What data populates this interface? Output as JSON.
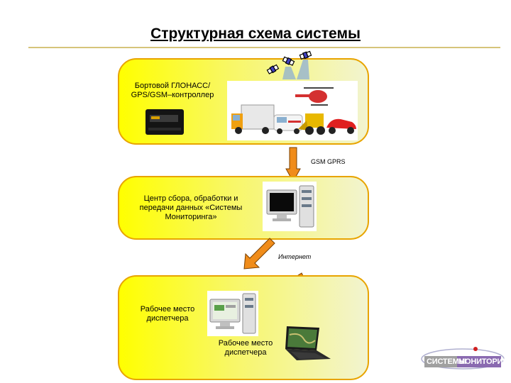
{
  "title": "Структурная схема системы",
  "panel1": {
    "label": "Бортовой ГЛОНАСС/ GPS/GSM–контроллер"
  },
  "link1": {
    "label": "GSM GPRS"
  },
  "panel2": {
    "label": "Центр сбора, обработки и передачи данных «Системы Мониторинга»"
  },
  "link2": {
    "label": "Интернет"
  },
  "panel3": {
    "label_left": "Рабочее место диспетчера",
    "label_right": "Рабочее место диспетчера"
  },
  "logo": {
    "text_a": "СИСТЕМЫ",
    "text_b": "МОНИТОРИНГА"
  },
  "colors": {
    "panel_border": "#e8a400",
    "panel_fill": "#ffff00",
    "arrow_fill": "#f08c1a",
    "rule": "#d6c47a"
  }
}
